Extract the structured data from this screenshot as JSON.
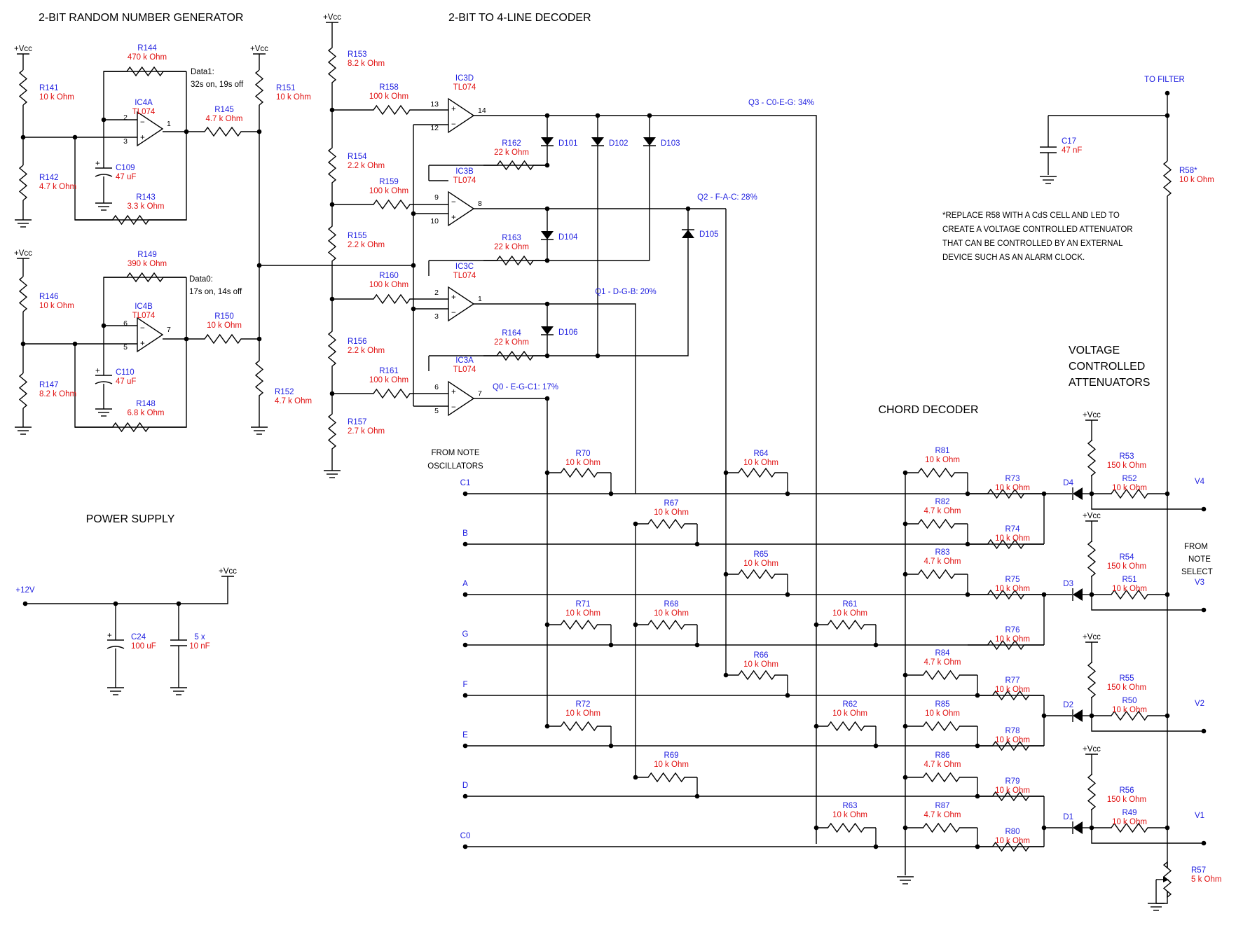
{
  "titles": {
    "rng": "2-BIT RANDOM NUMBER GENERATOR",
    "dec": "2-BIT TO 4-LINE DECODER",
    "psu": "POWER SUPPLY",
    "vca1": "VOLTAGE",
    "vca2": "CONTROLLED",
    "vca3": "ATTENUATORS",
    "chord": "CHORD DECODER"
  },
  "notes": {
    "data1a": "Data1:",
    "data1b": "32s on, 19s off",
    "data0a": "Data0:",
    "data0b": "17s on, 14s off",
    "to_filter": "TO FILTER",
    "r58_1": "*REPLACE R58 WITH A CdS CELL AND LED TO",
    "r58_2": "CREATE A VOLTAGE CONTROLLED ATTENUATOR",
    "r58_3": "THAT CAN BE CONTROLLED BY AN EXTERNAL",
    "r58_4": "DEVICE SUCH AS AN ALARM CLOCK.",
    "from_osc1": "FROM NOTE",
    "from_osc2": "OSCILLATORS",
    "from_sel1": "FROM",
    "from_sel2": "NOTE",
    "from_sel3": "SELECT",
    "q3": "Q3 - C0-E-G: 34%",
    "q2": "Q2 - F-A-C: 28%",
    "q1": "Q1 - D-G-B: 20%",
    "q0": "Q0 - E-G-C1: 17%"
  },
  "vcc": "+Vcc",
  "plus12": "+12V",
  "notes_in": [
    "C1",
    "B",
    "A",
    "G",
    "F",
    "E",
    "D",
    "C0"
  ],
  "outputs": [
    "V4",
    "V3",
    "V2",
    "V1"
  ],
  "parts": {
    "R141": [
      "R141",
      "10 k Ohm"
    ],
    "R142": [
      "R142",
      "4.7 k Ohm"
    ],
    "R143": [
      "R143",
      "3.3 k Ohm"
    ],
    "R144": [
      "R144",
      "470 k Ohm"
    ],
    "R145": [
      "R145",
      "4.7 k Ohm"
    ],
    "R146": [
      "R146",
      "10 k Ohm"
    ],
    "R147": [
      "R147",
      "8.2 k Ohm"
    ],
    "R148": [
      "R148",
      "6.8 k Ohm"
    ],
    "R149": [
      "R149",
      "390 k Ohm"
    ],
    "R150": [
      "R150",
      "10 k Ohm"
    ],
    "R151": [
      "R151",
      "10 k Ohm"
    ],
    "R152": [
      "R152",
      "4.7 k Ohm"
    ],
    "R153": [
      "R153",
      "8.2 k Ohm"
    ],
    "R154": [
      "R154",
      "2.2 k Ohm"
    ],
    "R155": [
      "R155",
      "2.2 k Ohm"
    ],
    "R156": [
      "R156",
      "2.2 k Ohm"
    ],
    "R157": [
      "R157",
      "2.7 k Ohm"
    ],
    "R158": [
      "R158",
      "100 k Ohm"
    ],
    "R159": [
      "R159",
      "100 k Ohm"
    ],
    "R160": [
      "R160",
      "100 k Ohm"
    ],
    "R161": [
      "R161",
      "100 k Ohm"
    ],
    "R162": [
      "R162",
      "22 k Ohm"
    ],
    "R163": [
      "R163",
      "22 k Ohm"
    ],
    "R164": [
      "R164",
      "22 k Ohm"
    ],
    "C109": [
      "C109",
      "47 uF"
    ],
    "C110": [
      "C110",
      "47 uF"
    ],
    "C17": [
      "C17",
      "47 nF"
    ],
    "C24": [
      "C24",
      "100 uF"
    ],
    "C5x": [
      "5 x",
      "10 nF"
    ],
    "IC4A": [
      "IC4A",
      "TL074"
    ],
    "IC4B": [
      "IC4B",
      "TL074"
    ],
    "IC3D": [
      "IC3D",
      "TL074"
    ],
    "IC3B": [
      "IC3B",
      "TL074"
    ],
    "IC3C": [
      "IC3C",
      "TL074"
    ],
    "IC3A": [
      "IC3A",
      "TL074"
    ],
    "D101": [
      "D101",
      ""
    ],
    "D102": [
      "D102",
      ""
    ],
    "D103": [
      "D103",
      ""
    ],
    "D104": [
      "D104",
      ""
    ],
    "D105": [
      "D105",
      ""
    ],
    "D106": [
      "D106",
      ""
    ],
    "D4": [
      "D4",
      ""
    ],
    "D3": [
      "D3",
      ""
    ],
    "D2": [
      "D2",
      ""
    ],
    "D1": [
      "D1",
      ""
    ],
    "R58": [
      "R58*",
      "10 k Ohm"
    ],
    "R57": [
      "R57",
      "5 k Ohm"
    ],
    "R53": [
      "R53",
      "150 k Ohm"
    ],
    "R54": [
      "R54",
      "150 k Ohm"
    ],
    "R55": [
      "R55",
      "150 k Ohm"
    ],
    "R56": [
      "R56",
      "150 k Ohm"
    ],
    "R52": [
      "R52",
      "10 k Ohm"
    ],
    "R51": [
      "R51",
      "10 k Ohm"
    ],
    "R50": [
      "R50",
      "10 k Ohm"
    ],
    "R49": [
      "R49",
      "10 k Ohm"
    ],
    "R70": [
      "R70",
      "10 k Ohm"
    ],
    "R71": [
      "R71",
      "10 k Ohm"
    ],
    "R72": [
      "R72",
      "10 k Ohm"
    ],
    "R67": [
      "R67",
      "10 k Ohm"
    ],
    "R68": [
      "R68",
      "10 k Ohm"
    ],
    "R69": [
      "R69",
      "10 k Ohm"
    ],
    "R64": [
      "R64",
      "10 k Ohm"
    ],
    "R65": [
      "R65",
      "10 k Ohm"
    ],
    "R66": [
      "R66",
      "10 k Ohm"
    ],
    "R61": [
      "R61",
      "10 k Ohm"
    ],
    "R62": [
      "R62",
      "10 k Ohm"
    ],
    "R63": [
      "R63",
      "10 k Ohm"
    ],
    "R81": [
      "R81",
      "10 k Ohm"
    ],
    "R82": [
      "R82",
      "4.7 k Ohm"
    ],
    "R83": [
      "R83",
      "4.7 k Ohm"
    ],
    "R84": [
      "R84",
      "4.7 k Ohm"
    ],
    "R85": [
      "R85",
      "10 k Ohm"
    ],
    "R86": [
      "R86",
      "4.7 k Ohm"
    ],
    "R87": [
      "R87",
      "4.7 k Ohm"
    ],
    "R73": [
      "R73",
      "10 k Ohm"
    ],
    "R74": [
      "R74",
      "10 k Ohm"
    ],
    "R75": [
      "R75",
      "10 k Ohm"
    ],
    "R76": [
      "R76",
      "10 k Ohm"
    ],
    "R77": [
      "R77",
      "10 k Ohm"
    ],
    "R78": [
      "R78",
      "10 k Ohm"
    ],
    "R79": [
      "R79",
      "10 k Ohm"
    ],
    "R80": [
      "R80",
      "10 k Ohm"
    ]
  },
  "pins": {
    "IC4A": [
      "2",
      "3",
      "1"
    ],
    "IC4B": [
      "6",
      "5",
      "7"
    ],
    "IC3D": [
      "13",
      "12",
      "14"
    ],
    "IC3B": [
      "9",
      "10",
      "8"
    ],
    "IC3C": [
      "2",
      "3",
      "1"
    ],
    "IC3A": [
      "6",
      "5",
      "7"
    ]
  }
}
